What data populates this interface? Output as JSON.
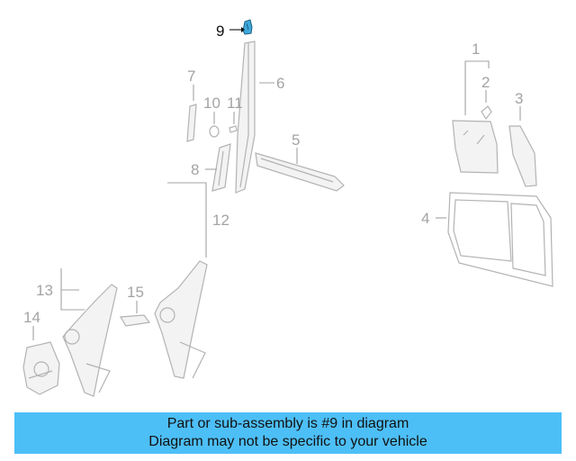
{
  "diagram": {
    "callouts": [
      {
        "id": "1",
        "text": "1"
      },
      {
        "id": "2",
        "text": "2"
      },
      {
        "id": "3",
        "text": "3"
      },
      {
        "id": "4",
        "text": "4"
      },
      {
        "id": "5",
        "text": "5"
      },
      {
        "id": "6",
        "text": "6"
      },
      {
        "id": "7",
        "text": "7"
      },
      {
        "id": "8",
        "text": "8"
      },
      {
        "id": "9",
        "text": "9"
      },
      {
        "id": "10",
        "text": "10"
      },
      {
        "id": "11",
        "text": "11"
      },
      {
        "id": "12",
        "text": "12"
      },
      {
        "id": "13",
        "text": "13"
      },
      {
        "id": "14",
        "text": "14"
      },
      {
        "id": "15",
        "text": "15"
      }
    ],
    "highlighted_part": "9",
    "colors": {
      "highlight_part": "#3fa9dc",
      "line_gray": "#b3b3b3",
      "banner_bg": "#4dbff7"
    }
  },
  "banner": {
    "line1": "Part or sub-assembly is #9 in diagram",
    "line2": "Diagram may not be specific to your vehicle"
  }
}
